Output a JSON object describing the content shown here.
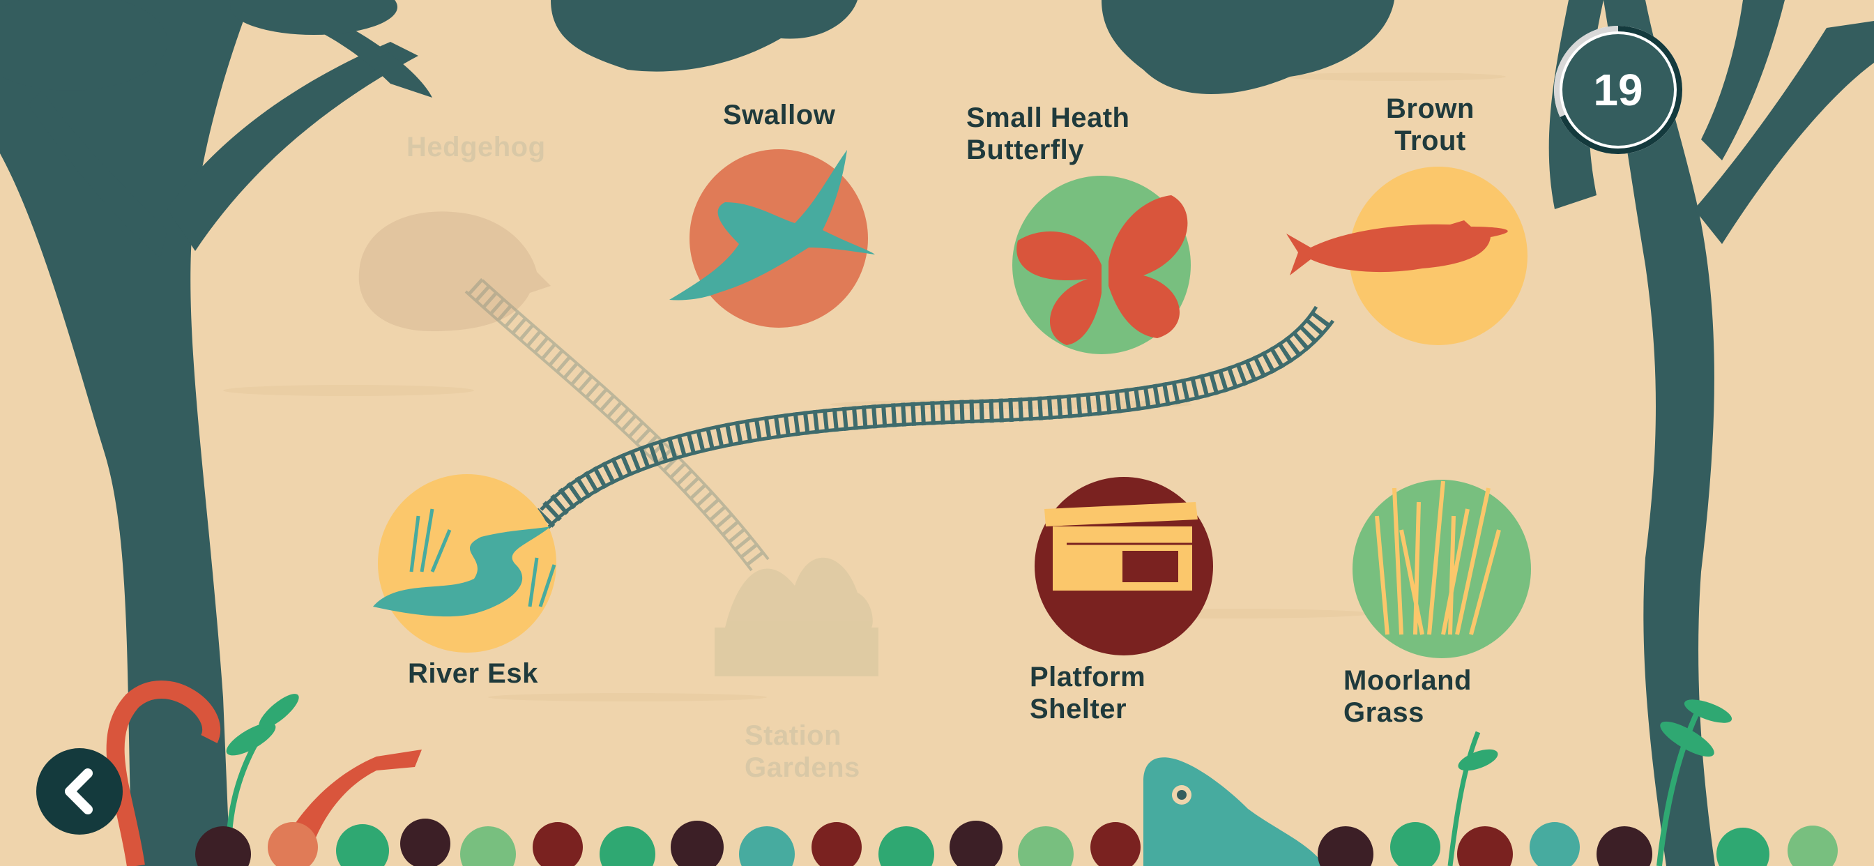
{
  "timer": {
    "value": "19",
    "progress": 0.68
  },
  "nodes": {
    "hedgehog": {
      "name": "Hedgehog",
      "state": "faded"
    },
    "swallow": {
      "name": "Swallow",
      "state": "active"
    },
    "butterfly": {
      "name": [
        "Small Heath",
        "Butterfly"
      ],
      "state": "active"
    },
    "trout": {
      "name": [
        "Brown",
        "Trout"
      ],
      "state": "active"
    },
    "river": {
      "name": "River Esk",
      "state": "active"
    },
    "gardens": {
      "name": [
        "Station",
        "Gardens"
      ],
      "state": "faded"
    },
    "shelter": {
      "name": [
        "Platform",
        "Shelter"
      ],
      "state": "active"
    },
    "grass": {
      "name": [
        "Moorland",
        "Grass"
      ],
      "state": "active"
    }
  },
  "colors": {
    "background": "#efd4ac",
    "tree": "#345d5e",
    "track": "#3e6b6c",
    "orange": "#e07b57",
    "teal": "#47ab9f",
    "green": "#78bf7f",
    "yellow": "#fbc76b",
    "red": "#d9553c",
    "maroon": "#7a2220",
    "dark": "#143a3d"
  },
  "icons": {
    "back": "chevron-left-icon",
    "timer": "countdown-ring-icon"
  }
}
